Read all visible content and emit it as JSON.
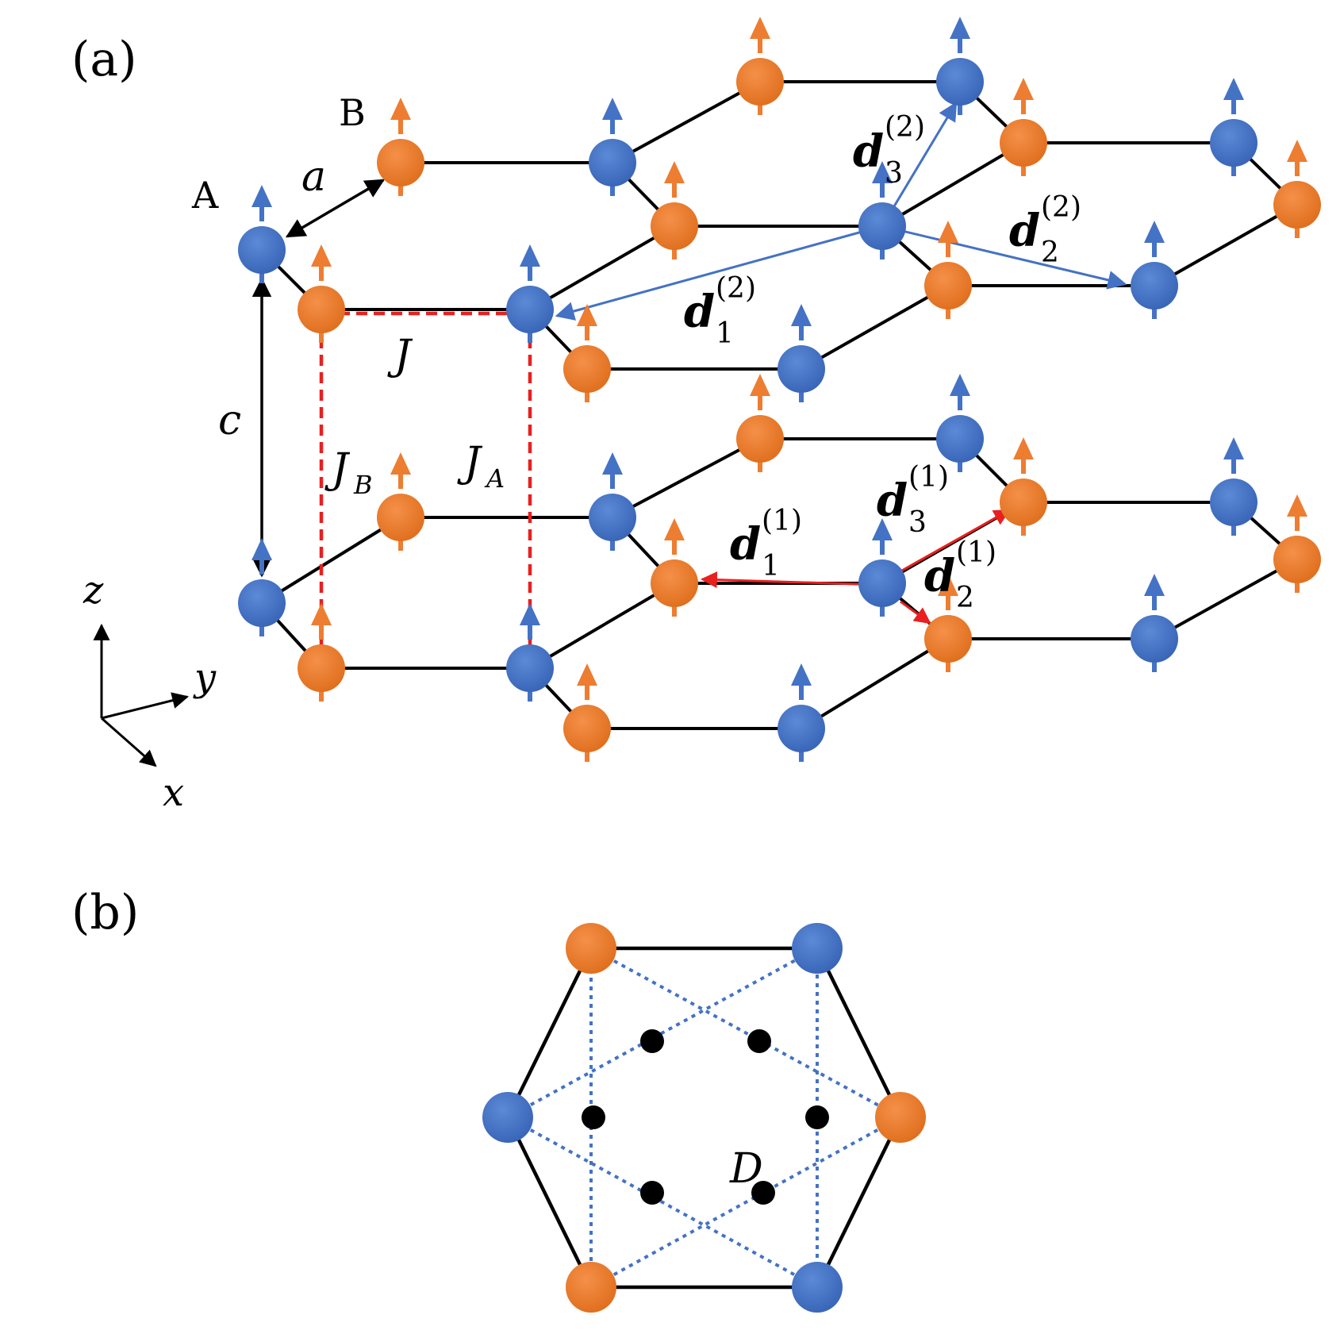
{
  "panels": {
    "a": "(a)",
    "b": "(b)"
  },
  "sites": {
    "A": "A",
    "B": "B"
  },
  "params": {
    "a": "a",
    "c": "c",
    "J": "J",
    "JB": "J",
    "JB_sub": "B",
    "JA": "J",
    "JA_sub": "A",
    "D": "D"
  },
  "vectors": {
    "d1_2": {
      "base": "d",
      "sub": "1",
      "sup": "(2)"
    },
    "d2_2": {
      "base": "d",
      "sub": "2",
      "sup": "(2)"
    },
    "d3_2": {
      "base": "d",
      "sub": "3",
      "sup": "(2)"
    },
    "d1_1": {
      "base": "d",
      "sub": "1",
      "sup": "(1)"
    },
    "d2_1": {
      "base": "d",
      "sub": "2",
      "sup": "(1)"
    },
    "d3_1": {
      "base": "d",
      "sub": "3",
      "sup": "(1)"
    }
  },
  "axes": {
    "x": "x",
    "y": "y",
    "z": "z"
  },
  "colors": {
    "siteA": "#4472c4",
    "siteB": "#ed7d31",
    "spinA": "#4472c4",
    "spinB": "#ed7d31",
    "bond": "#000000",
    "exchange": "#e8201f",
    "nnn_layer2": "#4472c4",
    "nnn_layer1": "#e8201f",
    "dmi_dots": "#000000"
  },
  "icons": {
    "spin": "up-arrow-icon"
  }
}
